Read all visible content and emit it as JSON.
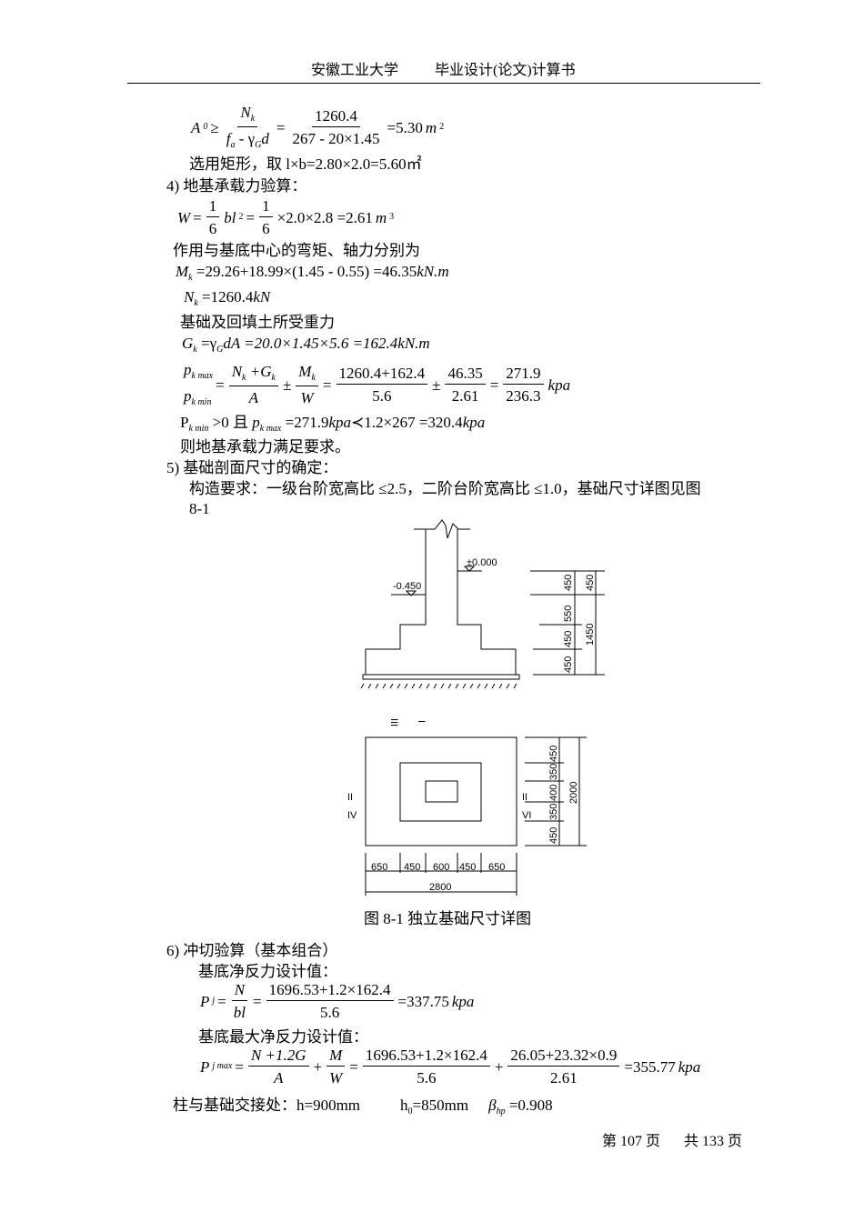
{
  "header": {
    "school": "安徽工业大学",
    "doc": "毕业设计(论文)计算书"
  },
  "f_a0": {
    "lhs": "A",
    "lhs_sub": "0",
    "ge": "≥",
    "num1": "N",
    "num1_sub": "k",
    "den1a": "f",
    "den1a_sub": "a",
    "den1b": " - γ",
    "den1b_sub": "G",
    "den1c": "d",
    "eq": "=",
    "num2": "1260.4",
    "den2": "267 - 20×1.45",
    "res": "=5.30",
    "res_unit": "m",
    "res_sup": "2"
  },
  "select_text": "选用矩形，取 l×b=2.80×2.0=5.60㎡",
  "s4": "4)   地基承载力验算：",
  "f_w": {
    "lhs": "W",
    "eq": "=",
    "one": "1",
    "six": "6",
    "bl": "bl",
    "sup": "2",
    "eq2": "=",
    "rest": "×2.0×2.8 =2.61",
    "unit": "m",
    "unit_sup": "3"
  },
  "moment_text": "作用与基底中心的弯矩、轴力分别为",
  "f_mk": {
    "lhs": "M",
    "sub": "k",
    "rhs": "=29.26+18.99×(1.45 - 0.55) =46.35",
    "unit": "kN.m"
  },
  "f_nk": {
    "lhs": "N",
    "sub": "k",
    "rhs": "=1260.4",
    "unit": "kN"
  },
  "gravity_text": "基础及回填土所受重力",
  "f_gk": {
    "lhs": "G",
    "sub": "k",
    "rhs1": "=γ",
    "rhs1_sub": "G",
    "rhs2": "dA =20.0×1.45×5.6 =162.4",
    "unit": "kN.m"
  },
  "f_p": {
    "p1": "p",
    "p1_sub": "k max",
    "p2": "p",
    "p2_sub": "k min",
    "eq": "=",
    "n1": "N",
    "n1_sub": "k",
    "plus": " +G",
    "plus_sub": "k",
    "d1": "A",
    "pm": "±",
    "n2": "M",
    "n2_sub": "k",
    "d2": "W",
    "eq2": "=",
    "n3": "1260.4+162.4",
    "d3": "5.6",
    "pm2": "±",
    "n4": "46.35",
    "d4": "2.61",
    "eq3": "=",
    "r1": "271.9",
    "r2": "236.3",
    "unit": "kpa"
  },
  "f_pmin": {
    "p": "P",
    "p_sub": "k min",
    "t1": ">0 且 ",
    "p2": "p",
    "p2_sub": "k max",
    "t2": "=271.9",
    "u1": "kpa",
    "t3": "≺1.2×267 =320.4",
    "u2": "kpa"
  },
  "ok_text": "则地基承载力满足要求。",
  "s5": "5)   基础剖面尺寸的确定：",
  "req_text": "构造要求：一级台阶宽高比 ≤2.5，二阶台阶宽高比 ≤1.0，基础尺寸详图见图",
  "req_text2": "8-1",
  "section": {
    "elev1": "±0.000",
    "elev2": "-0.450",
    "dims_left": [
      "450",
      "550",
      "450",
      "450"
    ],
    "dims_right": [
      "450",
      "1450"
    ]
  },
  "plan": {
    "labels_top": [
      "III",
      "I"
    ],
    "labels_left": [
      "II",
      "IV"
    ],
    "labels_right": [
      "II",
      "VI"
    ],
    "dims_right": [
      "450",
      "350",
      "400",
      "350",
      "450"
    ],
    "total_right": "2000",
    "dims_bottom": [
      "650",
      "450",
      "600",
      "450",
      "650"
    ],
    "total_bottom": "2800"
  },
  "caption": "图 8-1 独立基础尺寸详图",
  "s6": "6)   冲切验算（基本组合）",
  "net_text": "基底净反力设计值：",
  "f_pj": {
    "lhs": "P",
    "sub": "j",
    "eq": "=",
    "n1": "N",
    "d1": "bl",
    "eq2": "=",
    "n2": "1696.53+1.2×162.4",
    "d2": "5.6",
    "res": "=337.75",
    "unit": "kpa"
  },
  "max_text": "基底最大净反力设计值：",
  "f_pjmax": {
    "lhs": "P",
    "sub": "j max",
    "eq": "=",
    "n1": "N +1.2G",
    "d1": "A",
    "plus": "+",
    "n2": "M",
    "d2": "W",
    "eq2": "=",
    "n3": "1696.53+1.2×162.4",
    "d3": "5.6",
    "plus2": "+",
    "n4": "26.05+23.32×0.9",
    "d4": "2.61",
    "res": "=355.77",
    "unit": "kpa"
  },
  "joint": {
    "label": "柱与基础交接处：h=900mm",
    "h0": "h",
    "h0_sub": "0",
    "h0_val": "=850mm",
    "beta": "β",
    "beta_sub": "hp",
    "beta_val": "=0.908"
  },
  "footer": {
    "page": "第 107 页",
    "total": "共 133 页"
  }
}
